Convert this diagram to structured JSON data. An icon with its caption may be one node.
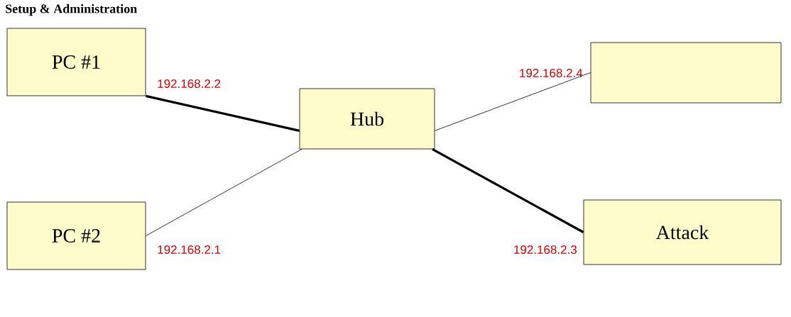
{
  "diagram": {
    "nodes": [
      {
        "text": [
          "PC  #1"
        ],
        "beside": [
          "192.168.2.2"
        ]
      },
      {
        "text": [],
        "shape": "box",
        "beside": [
          "192.168.2.4"
        ]
      },
      {
        "text": [
          "Hub"
        ]
      },
      {
        "text": [
          "PC #2"
        ],
        "beside": [
          "192.168.2.1"
        ]
      },
      {
        "text": [
          "Attack"
        ],
        "beside": [
          "192.168.2.3"
        ]
      }
    ],
    "edges": [
      {
        "from": 0,
        "to": 2,
        "arrow": "none",
        "style": "thick"
      },
      {
        "from": 2,
        "to": 1,
        "arrow": "none"
      },
      {
        "from": 3,
        "to": 2,
        "arrow": "none"
      },
      {
        "from": 2,
        "to": 4,
        "arrow": "none",
        "style": "thick"
      }
    ],
    "labels": [
      "Setup & Administration"
    ]
  }
}
